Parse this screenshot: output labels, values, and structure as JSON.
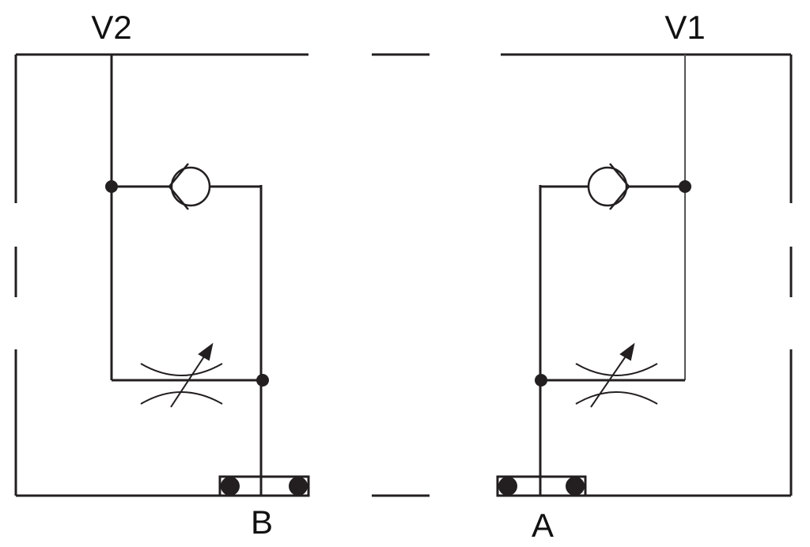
{
  "labels": {
    "v2": "V2",
    "v1": "V1",
    "b": "B",
    "a": "A"
  },
  "colors": {
    "line": "#231f20",
    "thin_line": "#555555"
  }
}
